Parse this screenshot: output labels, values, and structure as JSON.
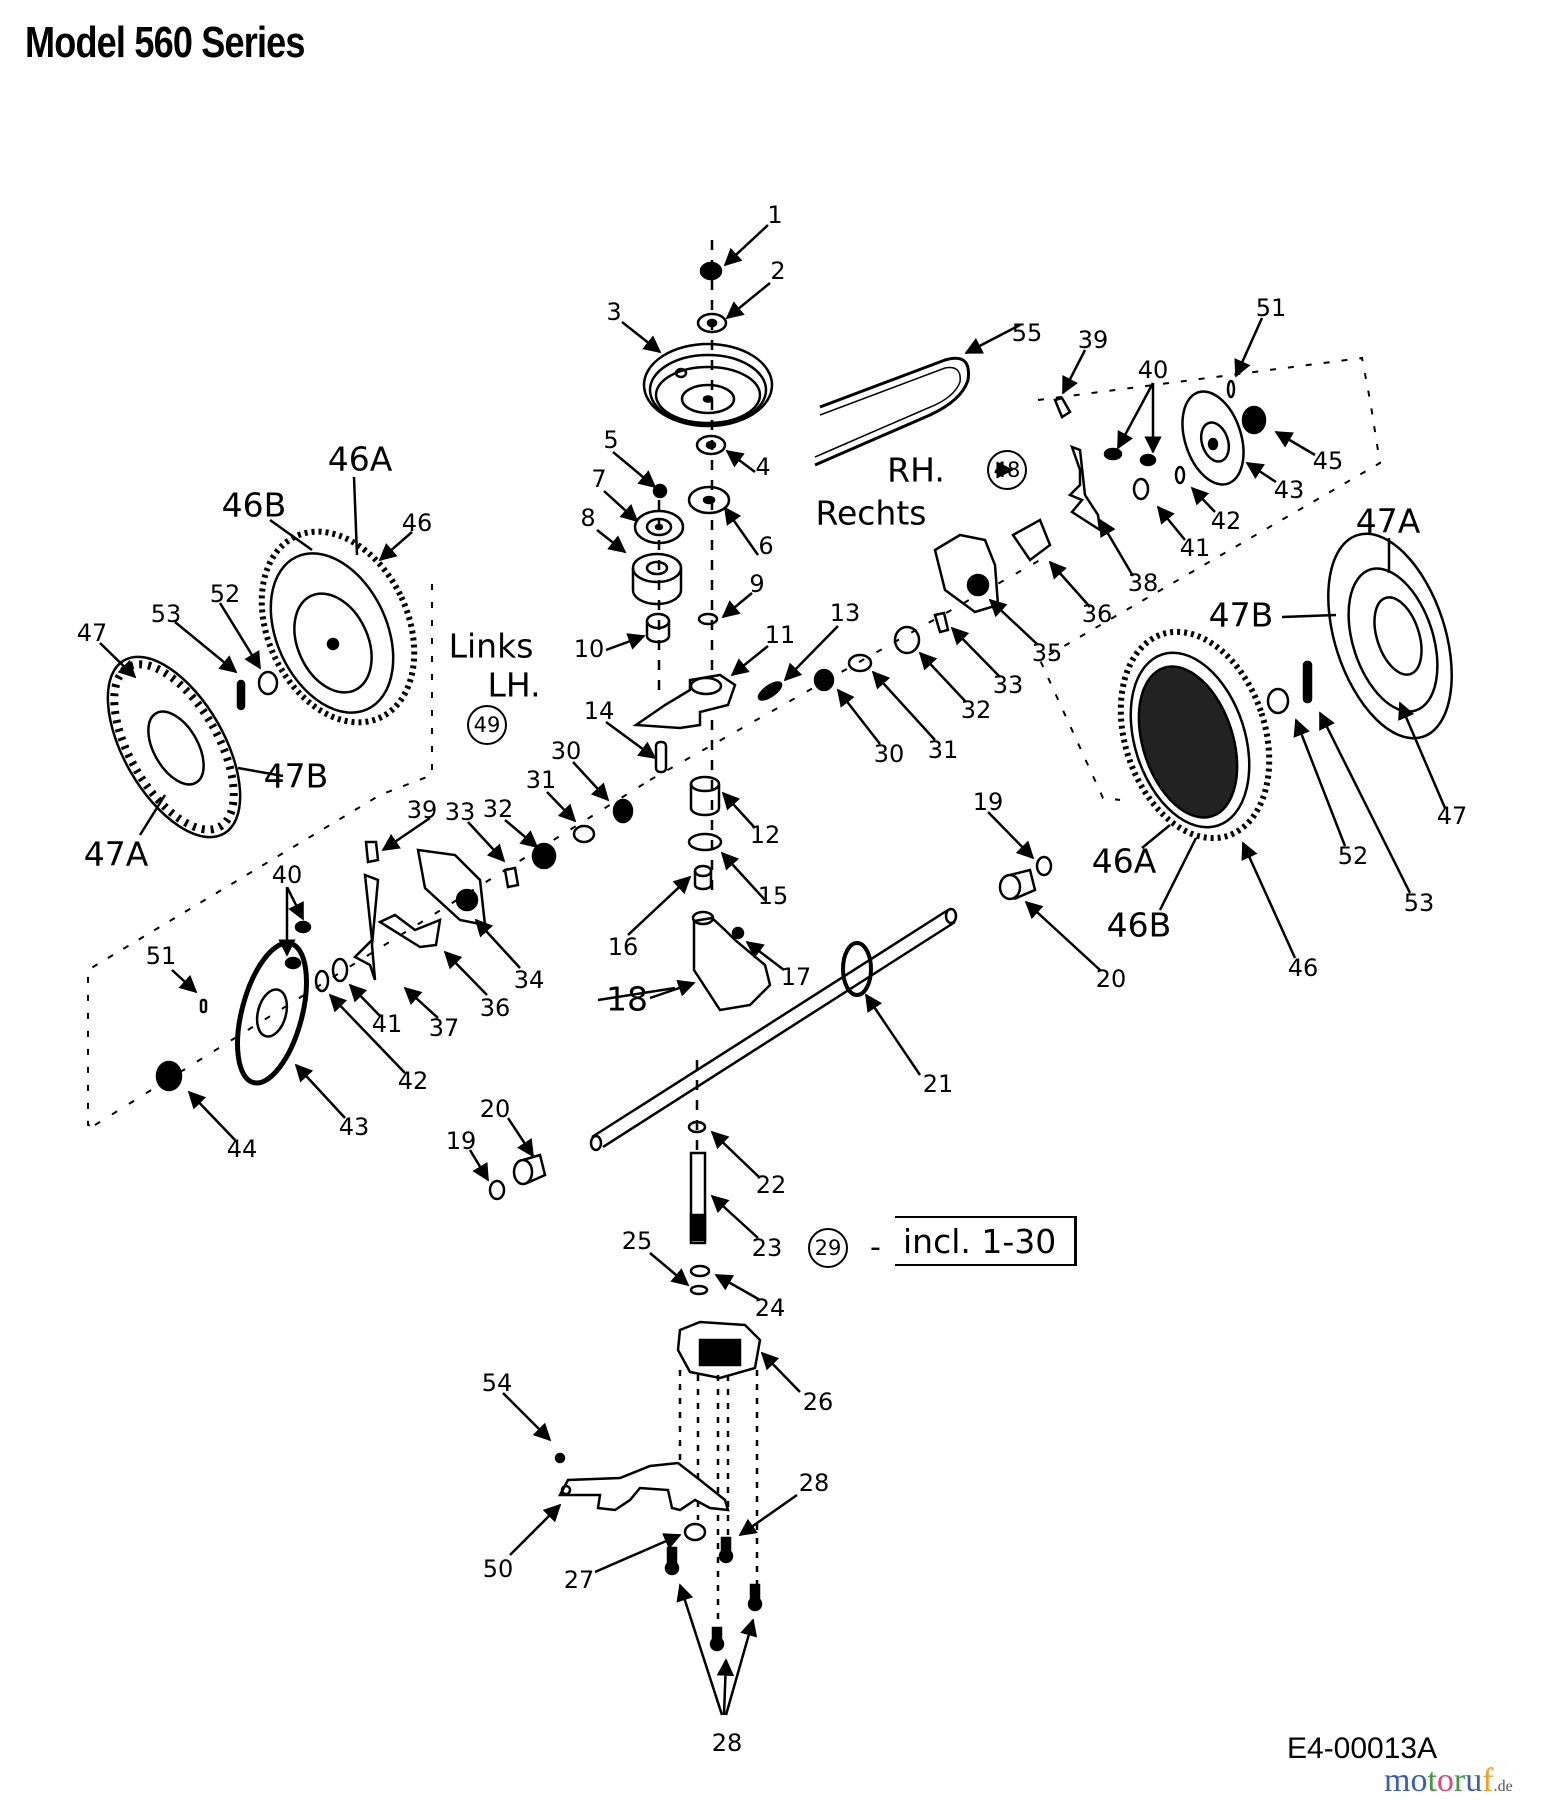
{
  "title": "Model 560 Series",
  "drawing_code": "E4-00013A",
  "watermark": {
    "letters": [
      {
        "ch": "m",
        "color": "#3a5fb0"
      },
      {
        "ch": "o",
        "color": "#3a5fb0"
      },
      {
        "ch": "t",
        "color": "#3e9a3e"
      },
      {
        "ch": "o",
        "color": "#e2467e"
      },
      {
        "ch": "r",
        "color": "#3e9a3e"
      },
      {
        "ch": "u",
        "color": "#3a5fb0"
      },
      {
        "ch": "f",
        "color": "#f0a020"
      }
    ],
    "suffix": ".de"
  },
  "side_labels": {
    "rh": "RH.",
    "rechts": "Rechts",
    "links": "Links",
    "lh": "LH."
  },
  "assembly_refs": {
    "rh_assembly": "48",
    "lh_assembly": "49",
    "drive_assembly": "29",
    "drive_assembly_note": "incl. 1-30",
    "dash": "-"
  },
  "part_labels": [
    "1",
    "2",
    "3",
    "4",
    "5",
    "6",
    "7",
    "8",
    "9",
    "10",
    "11",
    "12",
    "13",
    "14",
    "15",
    "16",
    "17",
    "18",
    "19",
    "19",
    "20",
    "20",
    "21",
    "22",
    "23",
    "24",
    "25",
    "26",
    "27",
    "28",
    "28",
    "30",
    "30",
    "31",
    "31",
    "32",
    "32",
    "33",
    "33",
    "34",
    "35",
    "36",
    "36",
    "37",
    "38",
    "39",
    "39",
    "40",
    "40",
    "41",
    "41",
    "42",
    "42",
    "43",
    "43",
    "44",
    "45",
    "46",
    "46",
    "46A",
    "46A",
    "46B",
    "46B",
    "47",
    "47",
    "47A",
    "47A",
    "47B",
    "47B",
    "50",
    "51",
    "51",
    "52",
    "52",
    "53",
    "53",
    "54",
    "55"
  ]
}
